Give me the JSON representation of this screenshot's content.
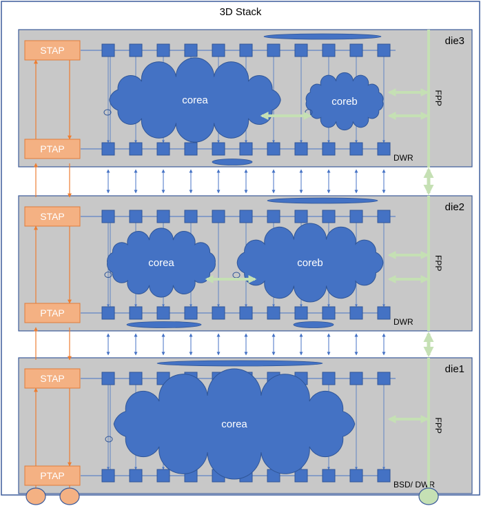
{
  "title": "3D Stack",
  "dies": [
    {
      "label": "die3",
      "top_tap": "STAP",
      "bottom_tap": "PTAP",
      "cores": [
        "corea",
        "coreb"
      ],
      "fpp": "FPP",
      "wrapper": "DWR"
    },
    {
      "label": "die2",
      "top_tap": "STAP",
      "bottom_tap": "PTAP",
      "cores": [
        "corea",
        "coreb"
      ],
      "fpp": "FPP",
      "wrapper": "DWR"
    },
    {
      "label": "die1",
      "top_tap": "STAP",
      "bottom_tap": "PTAP",
      "cores": [
        "corea"
      ],
      "fpp": "FPP",
      "wrapper": "BSD/ DWR"
    }
  ],
  "colors": {
    "die_fill": "#c8c8c8",
    "tap_fill": "#f4b183",
    "tap_stroke": "#e07b3a",
    "cell_fill": "#4472c4",
    "cell_stroke": "#2f5597",
    "core_fill": "#4472c4",
    "fpp_line": "#c5e0b4",
    "chain_line": "#4472c4",
    "tap_line": "#ed7d31",
    "pad_orange": "#f4b183",
    "pad_green": "#c5e0b4"
  }
}
